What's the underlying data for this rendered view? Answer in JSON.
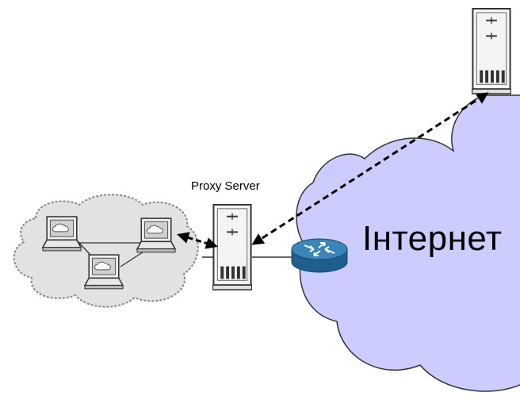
{
  "diagram": {
    "proxy_label": "Proxy Server",
    "internet_label": "Інтернет"
  },
  "colors": {
    "internet_cloud_fill": "#ccccff",
    "lan_cloud_fill": "#e2e2e2",
    "router_fill": "#3a86b8",
    "server_fill": "#f4f4f4",
    "laptop_screen": "#d0d0d0",
    "arrow": "#000000"
  },
  "nodes": [
    {
      "id": "lan-cloud",
      "kind": "cloud"
    },
    {
      "id": "laptop-1",
      "kind": "laptop"
    },
    {
      "id": "laptop-2",
      "kind": "laptop"
    },
    {
      "id": "laptop-3",
      "kind": "laptop"
    },
    {
      "id": "proxy-server",
      "kind": "server"
    },
    {
      "id": "router",
      "kind": "router"
    },
    {
      "id": "internet-cloud",
      "kind": "cloud"
    },
    {
      "id": "remote-server",
      "kind": "server"
    }
  ],
  "edges": [
    {
      "from": "laptop-1",
      "to": "laptop-3",
      "style": "solid"
    },
    {
      "from": "laptop-2",
      "to": "laptop-3",
      "style": "solid"
    },
    {
      "from": "laptop-2",
      "to": "proxy-server",
      "style": "dashed-double-arrow"
    },
    {
      "from": "proxy-server",
      "to": "router",
      "style": "solid"
    },
    {
      "from": "proxy-server",
      "to": "remote-server",
      "style": "dashed-double-arrow"
    }
  ]
}
